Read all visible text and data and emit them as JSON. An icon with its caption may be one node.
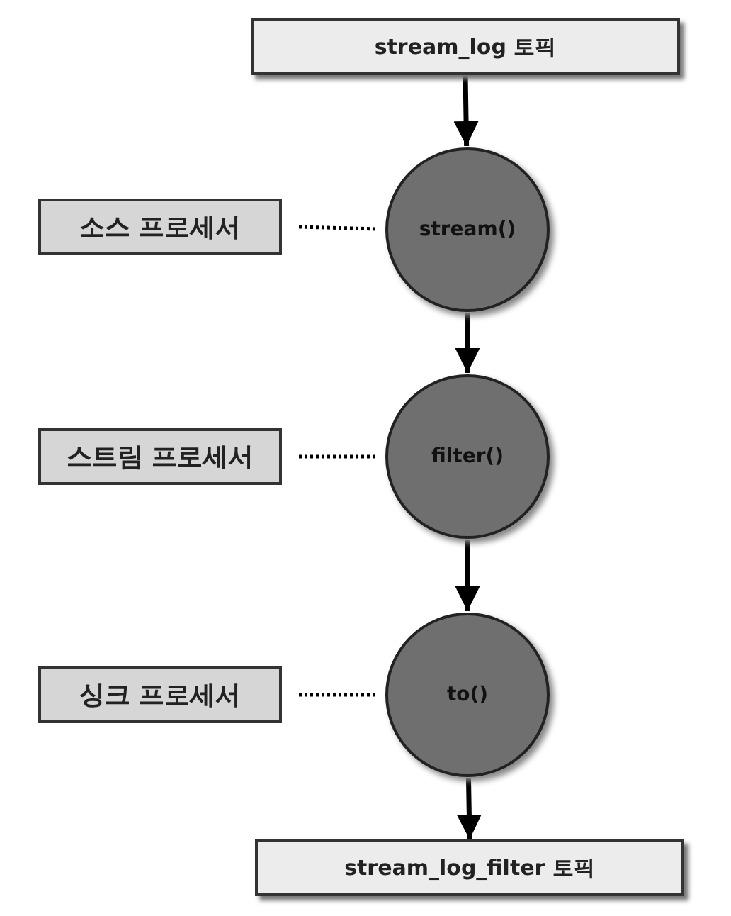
{
  "diagram": {
    "nodes": [
      {
        "text": [
          "stream_log 토픽"
        ]
      },
      {
        "text": [
          "소스 프로세서"
        ]
      },
      {
        "text": [
          "stream()"
        ]
      },
      {
        "text": [
          "스트림 프로세서"
        ]
      },
      {
        "text": [
          "filter()"
        ]
      },
      {
        "text": [
          "싱크 프로세서"
        ]
      },
      {
        "text": [
          "to()"
        ]
      },
      {
        "text": [
          "stream_log_filter 토픽"
        ]
      }
    ],
    "edges": [
      {
        "from": 0,
        "to": 2,
        "arrow": "to"
      },
      {
        "from": 1,
        "to": 2,
        "arrow": "none",
        "style": "dashed"
      },
      {
        "from": 2,
        "to": 4,
        "arrow": "to"
      },
      {
        "from": 3,
        "to": 4,
        "arrow": "none",
        "style": "dashed"
      },
      {
        "from": 4,
        "to": 6,
        "arrow": "to"
      },
      {
        "from": 5,
        "to": 6,
        "arrow": "none",
        "style": "dashed"
      },
      {
        "from": 6,
        "to": 7,
        "arrow": "to"
      }
    ]
  }
}
